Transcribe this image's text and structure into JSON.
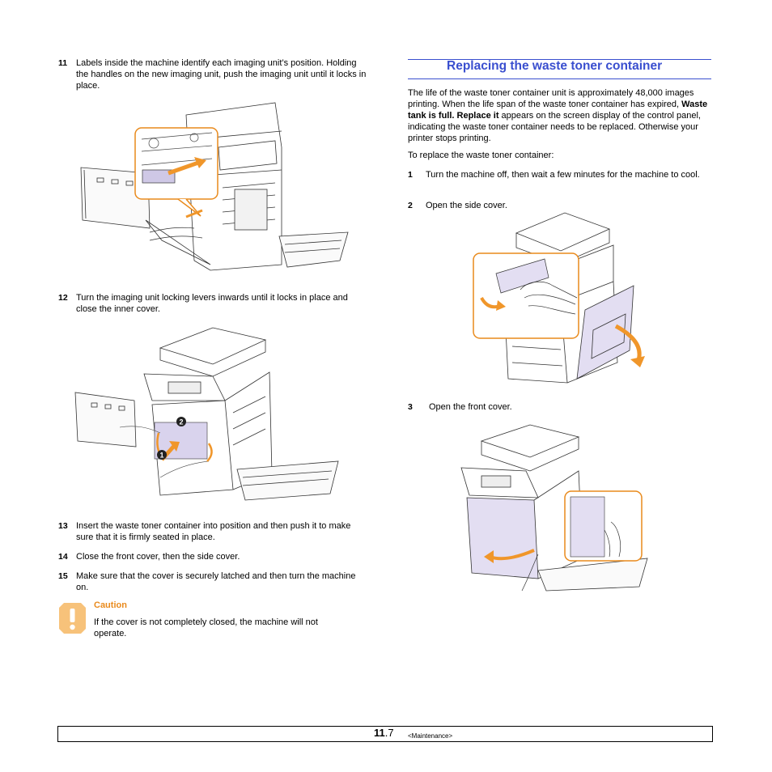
{
  "left_steps": [
    {
      "num": "11",
      "text": "Labels inside the machine identify each imaging unit’s position. Holding the handles on the new imaging unit, push the imaging unit until it locks in place."
    },
    {
      "num": "12",
      "text": "Turn the imaging unit locking levers inwards until it locks in place and close the inner cover."
    },
    {
      "num": "13",
      "text": "Insert the waste toner container into position and then push it to make sure that it is firmly seated in place."
    },
    {
      "num": "14",
      "text": "Close the front cover, then the side cover."
    },
    {
      "num": "15",
      "text": "Make sure that the cover is securely latched and then turn the machine on."
    }
  ],
  "caution": {
    "title": "Caution",
    "text": "If the cover is not completely closed, the machine will not operate.",
    "icon": "exclamation-icon"
  },
  "section": {
    "title": "Replacing the waste toner container",
    "intro_pre": "The life of the waste toner container unit is approximately 48,000 images printing. When the life span of the waste toner container has expired, ",
    "intro_bold": "Waste tank is full. Replace it",
    "intro_post": " appears on the screen display of the control panel, indicating the waste toner container needs to be replaced. Otherwise your printer stops printing.",
    "lead": "To replace the waste toner container:"
  },
  "right_steps": [
    {
      "num": "1",
      "text": "Turn the machine off, then wait a few minutes for the machine to cool."
    },
    {
      "num": "2",
      "text": "Open the side cover."
    },
    {
      "num": "3",
      "text": "Open the front cover."
    }
  ],
  "figure_labels": {
    "callout_1": "1",
    "callout_2": "2"
  },
  "footer": {
    "chapter_num": "11",
    "page_sub": ".7",
    "chapter_name": "<Maintenance>"
  },
  "colors": {
    "accent": "#3a4fcf",
    "caution": "#e98a1c",
    "arrow": "#f0962a",
    "highlight": "#e3def2"
  }
}
